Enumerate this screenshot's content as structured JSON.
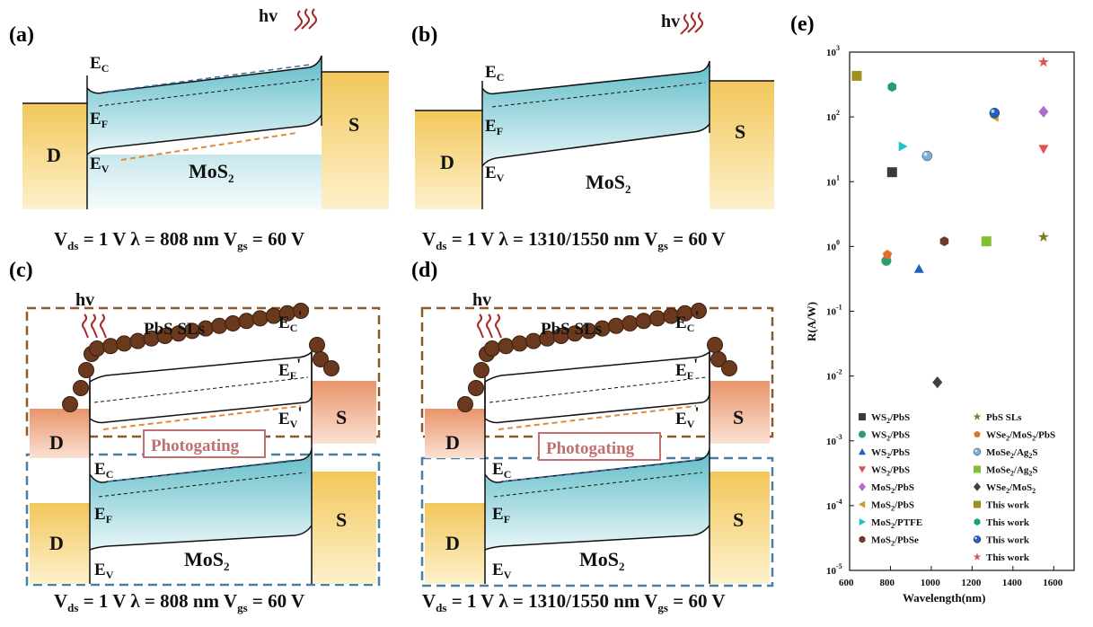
{
  "panels": {
    "a": {
      "label": "(a)",
      "hv": "hv",
      "ec": "E",
      "ec_sub": "C",
      "ef": "E",
      "ef_sub": "F",
      "ev": "E",
      "ev_sub": "V",
      "drain": "D",
      "source": "S",
      "material": "MoS",
      "material_sub": "2",
      "caption": {
        "vds": "V",
        "vds_sub": "ds",
        "rest1": " = 1 V λ = 808 nm V",
        "vgs_sub": "gs",
        "rest2": " = 60 V"
      }
    },
    "b": {
      "label": "(b)",
      "hv": "hv",
      "ec": "E",
      "ec_sub": "C",
      "ef": "E",
      "ef_sub": "F",
      "ev": "E",
      "ev_sub": "V",
      "drain": "D",
      "source": "S",
      "material": "MoS",
      "material_sub": "2",
      "caption": {
        "vds": "V",
        "vds_sub": "ds",
        "rest1": " = 1 V  λ = 1310/1550 nm V",
        "vgs_sub": "gs",
        "rest2": " = 60 V"
      }
    },
    "c": {
      "label": "(c)",
      "hv": "hv",
      "layer": "PbS SLs",
      "ecp": "E",
      "ecp_sub": "C",
      "ecp_mark": "'",
      "efp": "E",
      "efp_sub": "F",
      "efp_mark": "'",
      "evp": "E",
      "evp_sub": "V",
      "evp_mark": "'",
      "photogating": "Photogating",
      "ec": "E",
      "ec_sub": "C",
      "ef": "E",
      "ef_sub": "F",
      "ev": "E",
      "ev_sub": "V",
      "drain": "D",
      "source": "S",
      "material": "MoS",
      "material_sub": "2",
      "caption": {
        "vds": "V",
        "vds_sub": "ds",
        "rest1": " = 1 V λ = 808 nm V",
        "vgs_sub": "gs",
        "rest2": " = 60 V"
      }
    },
    "d": {
      "label": "(d)",
      "hv": "hv",
      "layer": "PbS SLs",
      "ecp": "E",
      "ecp_sub": "C",
      "ecp_mark": "'",
      "efp": "E",
      "efp_sub": "F",
      "efp_mark": "'",
      "evp": "E",
      "evp_sub": "V",
      "evp_mark": "'",
      "photogating": "Photogating",
      "ec": "E",
      "ec_sub": "C",
      "ef": "E",
      "ef_sub": "F",
      "ev": "E",
      "ev_sub": "V",
      "drain": "D",
      "source": "S",
      "material": "MoS",
      "material_sub": "2",
      "caption": {
        "vds": "V",
        "vds_sub": "ds",
        "rest1": " = 1 V λ = 1310/1550 nm V",
        "vgs_sub": "gs",
        "rest2": " = 60 V"
      }
    }
  },
  "colors": {
    "electrode_gold": "#f2c75a",
    "electrode_orange": "#e8946a",
    "mos2_teal": "#5fbcc8",
    "pbs_dot": "#6b3a1e",
    "hv_red": "#a52a2a",
    "electron_blue": "#3a6ea5",
    "hole_orange": "#e08a3a",
    "pbs_box": "#8b5a2b",
    "mos2_box": "#4a7fa5",
    "photogating_red": "#c07070"
  },
  "chart_data": {
    "label": "(e)",
    "type": "scatter",
    "xlabel": "Wavelength(nm)",
    "ylabel": "R(A/W)",
    "xlim": [
      600,
      1700
    ],
    "xticks": [
      "600",
      "800",
      "1000",
      "1200",
      "1400",
      "1600"
    ],
    "ylim_log": [
      -5,
      3
    ],
    "yticks": [
      {
        "base": "10",
        "exp": "3"
      },
      {
        "base": "10",
        "exp": "2"
      },
      {
        "base": "10",
        "exp": "1"
      },
      {
        "base": "10",
        "exp": "0"
      },
      {
        "base": "10",
        "exp": "-1"
      },
      {
        "base": "10",
        "exp": "-2"
      },
      {
        "base": "10",
        "exp": "-3"
      },
      {
        "base": "10",
        "exp": "-4"
      },
      {
        "base": "10",
        "exp": "-5"
      }
    ],
    "series": [
      {
        "name": "WS2/PbS",
        "n1": "WS",
        "s1": "2",
        "n2": "/PbS",
        "n3": "",
        "s2": "",
        "n4": "",
        "marker": "square",
        "color": "#3a3a3a",
        "x": 808,
        "y": 14
      },
      {
        "name": "WS2/PbS",
        "n1": "WS",
        "s1": "2",
        "n2": "/PbS",
        "n3": "",
        "s2": "",
        "n4": "",
        "marker": "circle",
        "color": "#2e9e6a",
        "x": 780,
        "y": 0.6
      },
      {
        "name": "WS2/PbS",
        "n1": "WS",
        "s1": "2",
        "n2": "/PbS",
        "n3": "",
        "s2": "",
        "n4": "",
        "marker": "triangle-up",
        "color": "#1f5fbf",
        "x": 940,
        "y": 0.45
      },
      {
        "name": "WS2/PbS",
        "n1": "WS",
        "s1": "2",
        "n2": "/PbS",
        "n3": "",
        "s2": "",
        "n4": "",
        "marker": "triangle-down",
        "color": "#e05050",
        "x": 1550,
        "y": 32
      },
      {
        "name": "MoS2/PbS",
        "n1": "MoS",
        "s1": "2",
        "n2": "/PbS",
        "n3": "",
        "s2": "",
        "n4": "",
        "marker": "diamond",
        "color": "#b06ad0",
        "x": 1550,
        "y": 120
      },
      {
        "name": "MoS2/PbS",
        "n1": "MoS",
        "s1": "2",
        "n2": "/PbS",
        "n3": "",
        "s2": "",
        "n4": "",
        "marker": "triangle-left",
        "color": "#c8a020",
        "x": 1310,
        "y": 100
      },
      {
        "name": "MoS2/PTFE",
        "n1": "MoS",
        "s1": "2",
        "n2": "/PTFE",
        "n3": "",
        "s2": "",
        "n4": "",
        "marker": "triangle-right",
        "color": "#20c0d0",
        "x": 860,
        "y": 35
      },
      {
        "name": "MoS2/PbSe",
        "n1": "MoS",
        "s1": "2",
        "n2": "/PbSe",
        "n3": "",
        "s2": "",
        "n4": "",
        "marker": "hexagon",
        "color": "#6a3a2a",
        "x": 1064,
        "y": 1.2
      },
      {
        "name": "PbS SLs",
        "n1": "PbS SLs",
        "s1": "",
        "n2": "",
        "n3": "",
        "s2": "",
        "n4": "",
        "marker": "star",
        "color": "#7a7a20",
        "x": 1550,
        "y": 1.4
      },
      {
        "name": "WSe2/MoS2/PbS",
        "n1": "WSe",
        "s1": "2",
        "n2": "/MoS",
        "n3": "",
        "s2": "2",
        "n4": "/PbS",
        "marker": "pentagon",
        "color": "#e07030",
        "x": 785,
        "y": 0.75
      },
      {
        "name": "MoSe2/Ag2S",
        "n1": "MoSe",
        "s1": "2",
        "n2": "/Ag",
        "n3": "",
        "s2": "2",
        "n4": "S",
        "marker": "sphere",
        "color": "#7ab0d8",
        "x": 980,
        "y": 25
      },
      {
        "name": "MoSe2/Ag2S",
        "n1": "MoSe",
        "s1": "2",
        "n2": "/Ag",
        "n3": "",
        "s2": "2",
        "n4": "S",
        "marker": "square",
        "color": "#80c030",
        "x": 1270,
        "y": 1.2
      },
      {
        "name": "WSe2/MoS2",
        "n1": "WSe",
        "s1": "2",
        "n2": "/MoS",
        "n3": "",
        "s2": "2",
        "n4": "",
        "marker": "diamond",
        "color": "#404040",
        "x": 1030,
        "y": 0.008
      },
      {
        "name": "This work",
        "n1": "This work",
        "s1": "",
        "n2": "",
        "n3": "",
        "s2": "",
        "n4": "",
        "marker": "square",
        "color": "#a09020",
        "x": 635,
        "y": 430
      },
      {
        "name": "This work",
        "n1": "This work",
        "s1": "",
        "n2": "",
        "n3": "",
        "s2": "",
        "n4": "",
        "marker": "hexagon",
        "color": "#20a070",
        "x": 808,
        "y": 290
      },
      {
        "name": "This work",
        "n1": "This work",
        "s1": "",
        "n2": "",
        "n3": "",
        "s2": "",
        "n4": "",
        "marker": "sphere",
        "color": "#1f5fbf",
        "x": 1310,
        "y": 115
      },
      {
        "name": "This work",
        "n1": "This work",
        "s1": "",
        "n2": "",
        "n3": "",
        "s2": "",
        "n4": "",
        "marker": "star",
        "color": "#e05050",
        "x": 1550,
        "y": 700
      }
    ]
  }
}
